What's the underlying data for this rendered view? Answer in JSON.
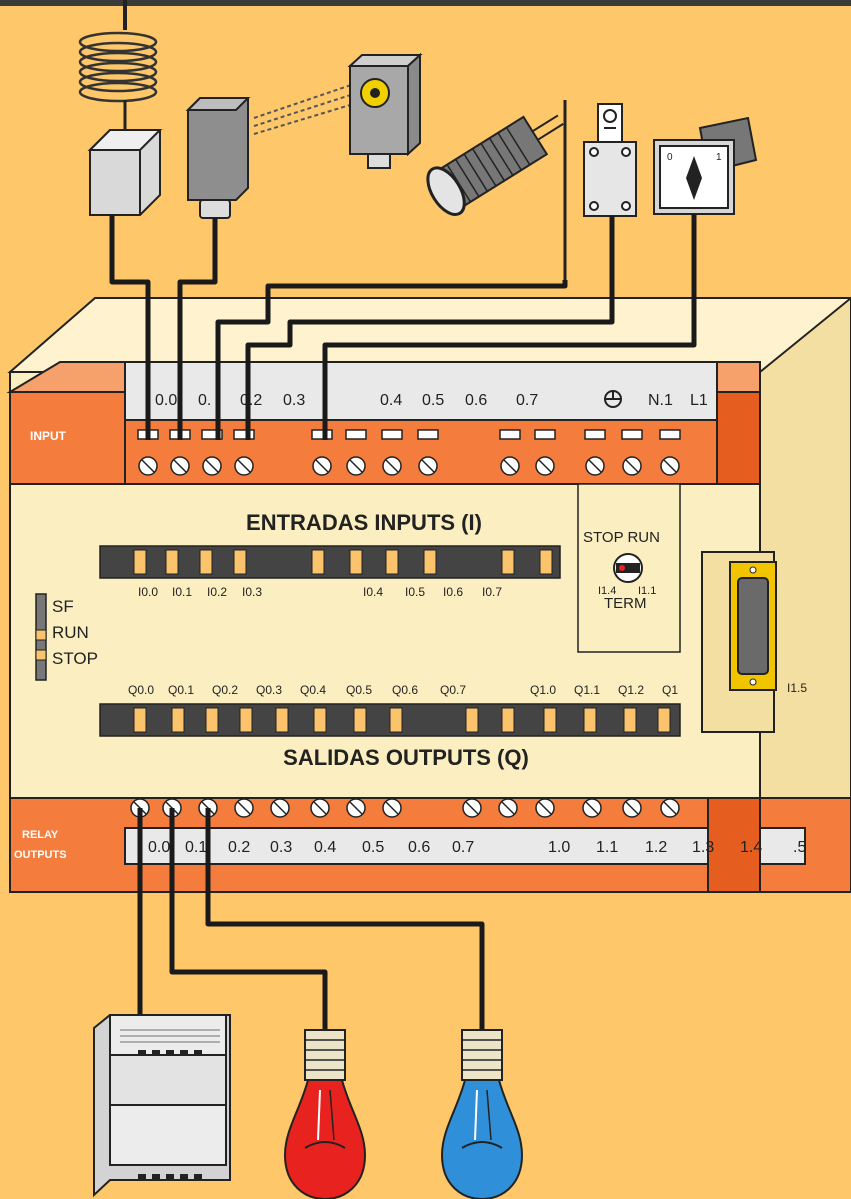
{
  "colors": {
    "background": "#fdc76a",
    "plc_body": "#fbeec0",
    "terminal_strip": "#f47c3c",
    "led_on": "#fbc46c",
    "led_off": "#444444",
    "lamp_red": "#e8231f",
    "lamp_blue": "#2f8fd8"
  },
  "plc": {
    "input_label": "INPUT",
    "output_label_1": "RELAY",
    "output_label_2": "OUTPUTS",
    "inputs_title": "ENTRADAS INPUTS (I)",
    "outputs_title": "SALIDAS OUTPUTS (Q)",
    "mode_label": "STOP RUN",
    "term_label": "TERM",
    "switch_left_label": "I1.4",
    "switch_right_label": "I1.1",
    "output_tail_label": "I1.5",
    "status_leds": [
      "SF",
      "RUN",
      "STOP"
    ],
    "input_terminals_top": [
      "0.0",
      "0.",
      "0.2",
      "0.3",
      "0.4",
      "0.5",
      "0.6",
      "0.7",
      "N.1",
      "L1"
    ],
    "input_led_labels": [
      "I0.0",
      "I0.1",
      "I0.2",
      "I0.3",
      "I0.4",
      "I0.5",
      "I0.6",
      "I0.7"
    ],
    "output_led_labels": [
      "Q0.0",
      "Q0.1",
      "Q0.2",
      "Q0.3",
      "Q0.4",
      "Q0.5",
      "Q0.6",
      "Q0.7",
      "Q1.0",
      "Q1.1",
      "Q1.2",
      "Q1"
    ],
    "output_terminals": [
      "0.0",
      "0.1",
      "0.2",
      "0.3",
      "0.4",
      "0.5",
      "0.6",
      "0.7",
      "1.0",
      "1.1",
      "1.2",
      "1.3",
      "1.4",
      ".5"
    ]
  },
  "devices": {
    "inputs": [
      "temperature-probe",
      "relay-box",
      "optical-sensor",
      "photoelectric-receiver",
      "proximity-sensor",
      "limit-switch",
      "selector-switch"
    ],
    "selector_positions": [
      "0",
      "1"
    ],
    "outputs": [
      "contactor",
      "red-lamp",
      "blue-lamp"
    ]
  }
}
